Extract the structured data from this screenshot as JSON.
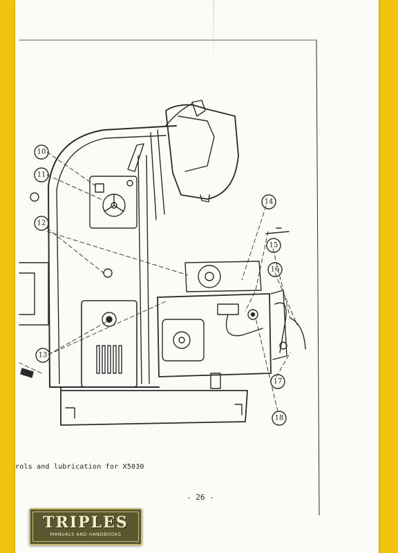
{
  "callouts": [
    "10",
    "11",
    "12",
    "13",
    "14",
    "15",
    "16",
    "17",
    "18"
  ],
  "caption": "rols and lubrication for X5030",
  "page_number": "- 26 -",
  "logo": {
    "name": "TRIPLES",
    "tagline": "MANUALS AND HANDBOOKS",
    "bg_color": "#5a5630",
    "text_color": "#f4efc8"
  },
  "colors": {
    "background": "#f2c40d",
    "paper": "#fbfbf8",
    "ink": "#222222"
  }
}
